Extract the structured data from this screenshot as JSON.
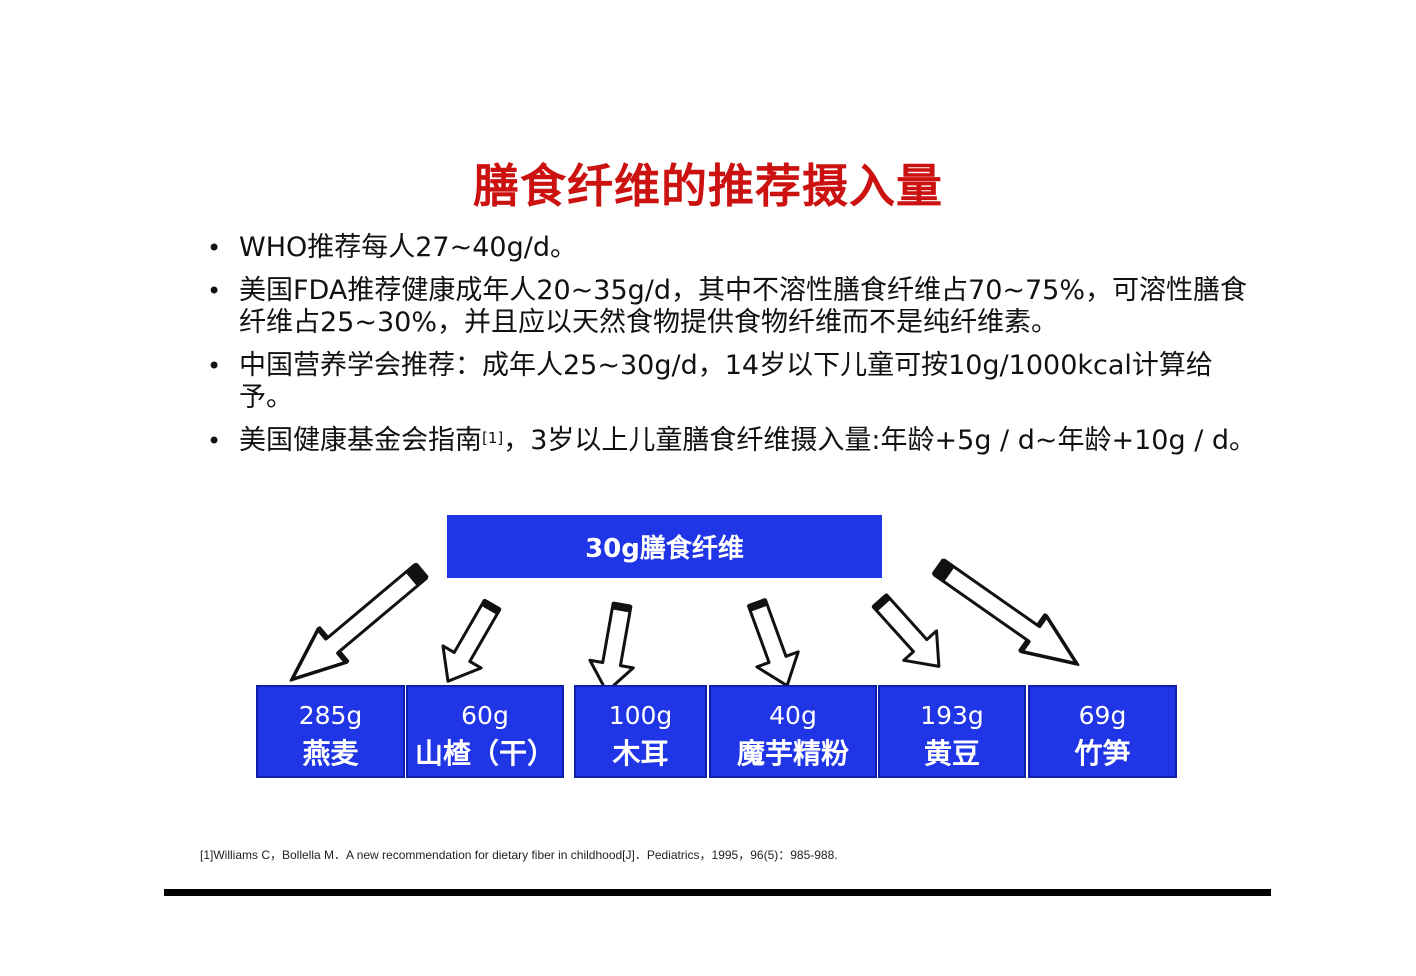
{
  "title": "膳食纤维的推荐摄入量",
  "bullets": [
    {
      "text": "WHO推荐每人27~40g/d。"
    },
    {
      "text": "美国FDA推荐健康成年人20~35g/d，其中不溶性膳食纤维占70~75%，可溶性膳食纤维占25~30%，并且应以天然食物提供食物纤维而不是纯纤维素。"
    },
    {
      "text": "中国营养学会推荐：成年人25~30g/d，14岁以下儿童可按10g/1000kcal计算给予。"
    },
    {
      "text_before": "美国健康基金会指南",
      "sup": "[1]",
      "text_after": "，3岁以上儿童膳食纤维摄入量:年龄+5g / d~年龄+10g / d。"
    }
  ],
  "diagram": {
    "top_label": "30g膳食纤维",
    "foods": [
      {
        "amount": "285g",
        "name": "燕麦"
      },
      {
        "amount": "60g",
        "name": "山楂（干）"
      },
      {
        "amount": "100g",
        "name": "木耳"
      },
      {
        "amount": "40g",
        "name": "魔芋精粉"
      },
      {
        "amount": "193g",
        "name": "黄豆"
      },
      {
        "amount": "69g",
        "name": "竹笋"
      }
    ]
  },
  "reference": "[1]Williams C，Bollella M．A new recommendation for dietary fiber in childhood[J]．Pediatrics，1995，96(5)：985-988.",
  "colors": {
    "title": "#cc1111",
    "box": "#1f35e6"
  }
}
